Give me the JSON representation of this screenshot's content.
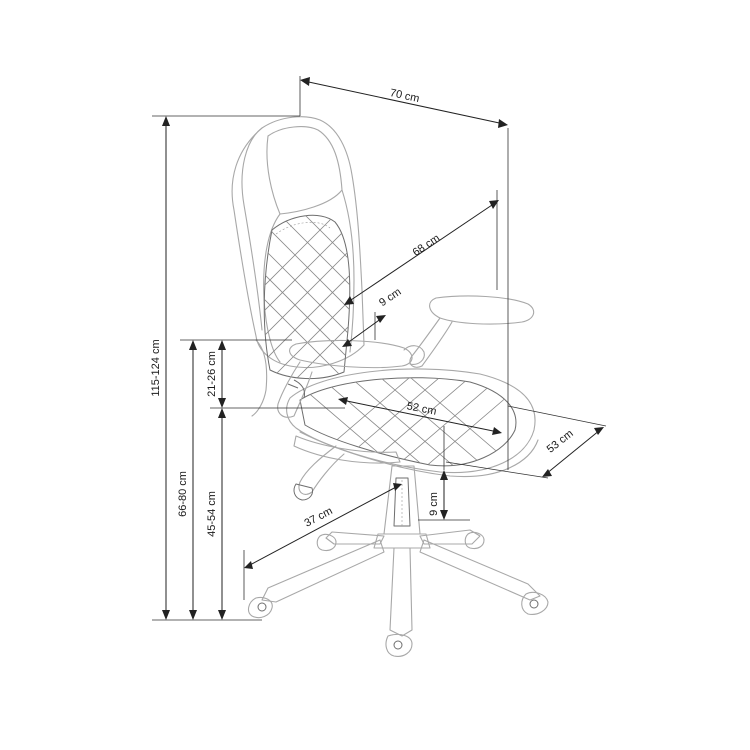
{
  "dimensions": {
    "width": "70 cm",
    "depth": "53 cm",
    "total_height": "115-124 cm",
    "seat_height_floor": "66-80 cm",
    "seat_height": "45-54 cm",
    "armrest_height": "21-26 cm",
    "backrest_height": "68 cm",
    "backrest_gap": "9 cm",
    "seat_depth": "52 cm",
    "base_radius": "37 cm",
    "gas_lift": "9 cm"
  },
  "colors": {
    "chair_outline": "#a8a8a8",
    "dimension_line": "#222222"
  }
}
